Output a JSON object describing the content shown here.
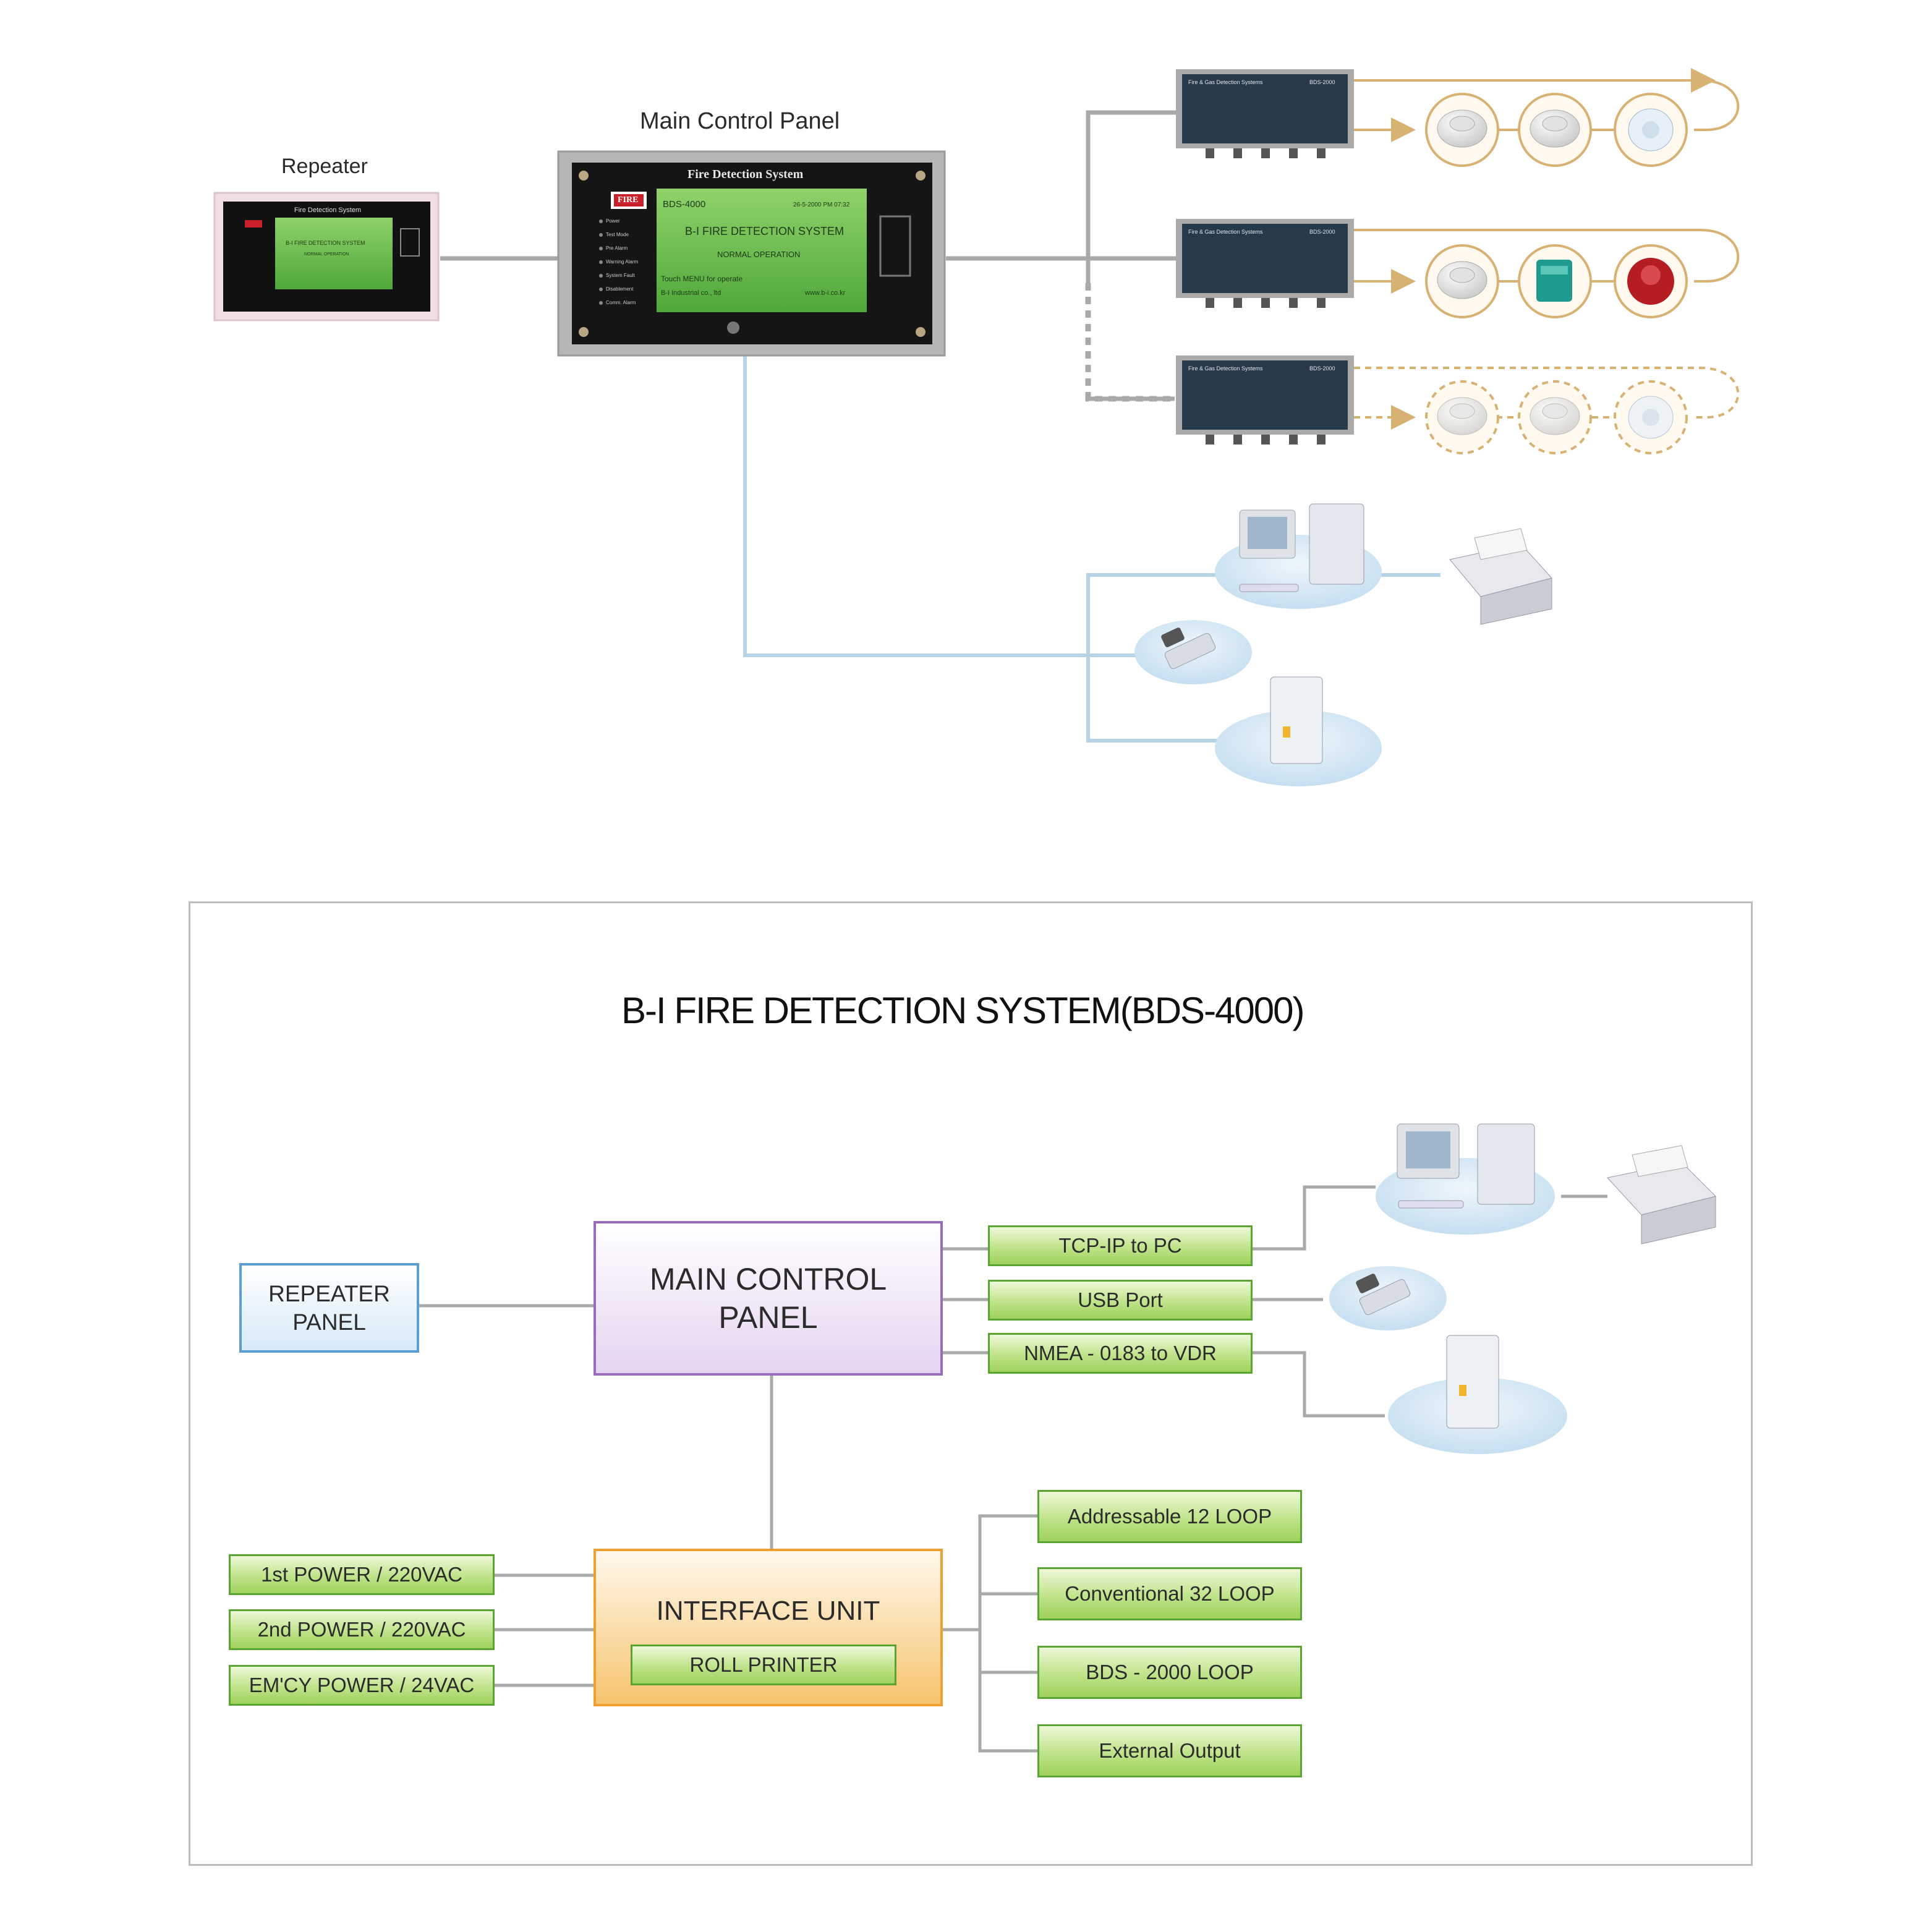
{
  "top": {
    "repeater_label": "Repeater",
    "main_panel_label": "Main Control Panel",
    "panel_screen": {
      "header": "Fire Detection System",
      "fire_badge": "FIRE",
      "model": "BDS-4000",
      "timestamp": "26-5-2000 PM 07:32",
      "title": "B-I FIRE DETECTION SYSTEM",
      "status": "NORMAL OPERATION",
      "touch_prompt": "Touch MENU for operate",
      "company": "B-I Industrial co., ltd",
      "website": "www.b-i.co.kr",
      "side_items": [
        "Power",
        "Test Mode",
        "Pre Alarm",
        "Warning Alarm",
        "System Fault",
        "Disablement",
        "Comm. Alarm"
      ]
    },
    "loop_header": "Fire & Gas Detection Systems",
    "loop_model": "BDS-2000"
  },
  "bottom": {
    "title": "B-I FIRE DETECTION SYSTEM(BDS-4000)",
    "repeater_panel": [
      "REPEATER",
      "PANEL"
    ],
    "main_control_panel": [
      "MAIN CONTROL",
      "PANEL"
    ],
    "outputs": [
      "TCP-IP  to  PC",
      "USB Port",
      "NMEA - 0183 to VDR"
    ],
    "interface_unit": "INTERFACE UNIT",
    "roll_printer": "ROLL PRINTER",
    "power_inputs": [
      "1st POWER / 220VAC",
      "2nd POWER / 220VAC",
      "EM'CY POWER / 24VAC"
    ],
    "loops": [
      "Addressable 12 LOOP",
      "Conventional 32 LOOP",
      "BDS - 2000 LOOP",
      "External  Output"
    ]
  },
  "colors": {
    "green_box_border": "#5aa531",
    "purple_box_border": "#9a6bbd",
    "blue_box_border": "#5b9fd6",
    "orange_box_border": "#f0a030",
    "loop_line": "#d8b273",
    "network_line": "#b7d3e6",
    "connector_line": "#a9a9a9"
  }
}
